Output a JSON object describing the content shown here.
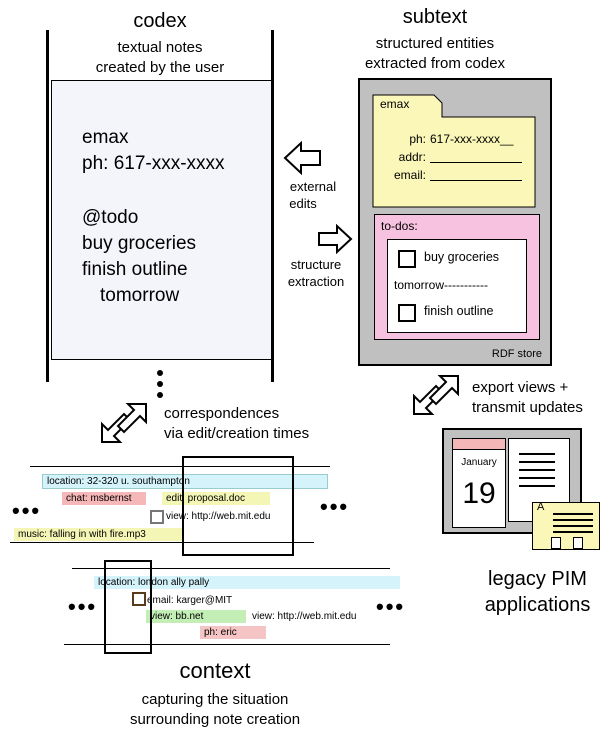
{
  "codex": {
    "title": "codex",
    "subtitle_1": "textual notes",
    "subtitle_2": "created by the user",
    "note_lines": [
      "emax",
      "ph: 617-xxx-xxxx",
      "@todo",
      "buy groceries",
      "finish outline",
      "tomorrow"
    ]
  },
  "subtext": {
    "title": "subtext",
    "subtitle_1": "structured entities",
    "subtitle_2": "extracted from codex",
    "card_name": "emax",
    "card_ph_label": "ph:",
    "card_ph_value": "617-xxx-xxxx__",
    "card_addr_label": "addr:",
    "card_email_label": "email:",
    "todos_label": "to-dos:",
    "todo_1": "buy groceries",
    "todo_tomorrow": "tomorrow-----------",
    "todo_2": "finish outline",
    "store_label": "RDF store"
  },
  "arrows": {
    "external_edits_1": "external",
    "external_edits_2": "edits",
    "structure_1": "structure",
    "structure_2": "extraction",
    "correspondences_1": "correspondences",
    "correspondences_2": "via edit/creation times",
    "export_1": "export views +",
    "export_2": "transmit updates"
  },
  "legacy": {
    "cal_month": "January",
    "cal_day": "19",
    "addr_letter": "A",
    "label_1": "legacy PIM",
    "label_2": "applications"
  },
  "context": {
    "title": "context",
    "subtitle_1": "capturing the situation",
    "subtitle_2": "surrounding note creation",
    "strip1": {
      "location": "location: 32-320 u. southampton",
      "chat": "chat: msbernst",
      "edit": "edit: proposal.doc",
      "view": "view: http://web.mit.edu",
      "music": "music: falling in with fire.mp3"
    },
    "strip2": {
      "location": "location:  london ally pally",
      "email": "email: karger@MIT",
      "view_green": "view: bb.net",
      "view": "view: http://web.mit.edu",
      "ph": "ph: eric"
    },
    "ellipsis": "•••"
  },
  "colors": {
    "codex_note_bg": "#f4f4fb",
    "store_bg": "#c0c0c0",
    "card_bg": "#fbf7b8",
    "todos_bg": "#f6c2df",
    "location_bg": "#d4f3fb",
    "chat_bg": "#f5b7b7",
    "edit_bg": "#f4f6b6",
    "music_bg": "#f4f6b6",
    "green_bg": "#c3efb6",
    "ph_bg": "#f5c4c4"
  }
}
